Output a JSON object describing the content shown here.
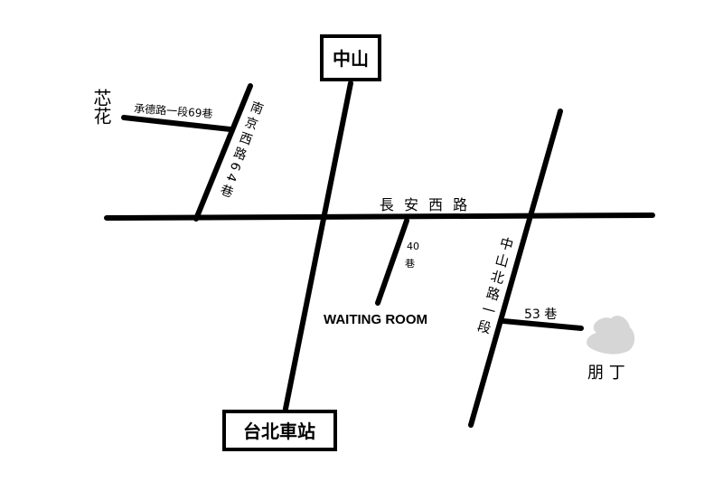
{
  "stations": {
    "north": "中山",
    "south": "台北車站"
  },
  "streets": {
    "main_horizontal": "長 安 西 路",
    "nanjing_lane": "南京西路64巷",
    "chengde_lane": "承德路一段69巷",
    "lane40_number": "40",
    "lane40_suffix": "巷",
    "zhongshan_north": "中山北路一段",
    "lane53": "53 巷"
  },
  "places": {
    "waiting_room": "WAITING ROOM",
    "pengding": "朋 丁",
    "handwritten_mark": "芯花"
  },
  "colors": {
    "road": "#000000",
    "landmark_blob": "#d6d6d6"
  }
}
